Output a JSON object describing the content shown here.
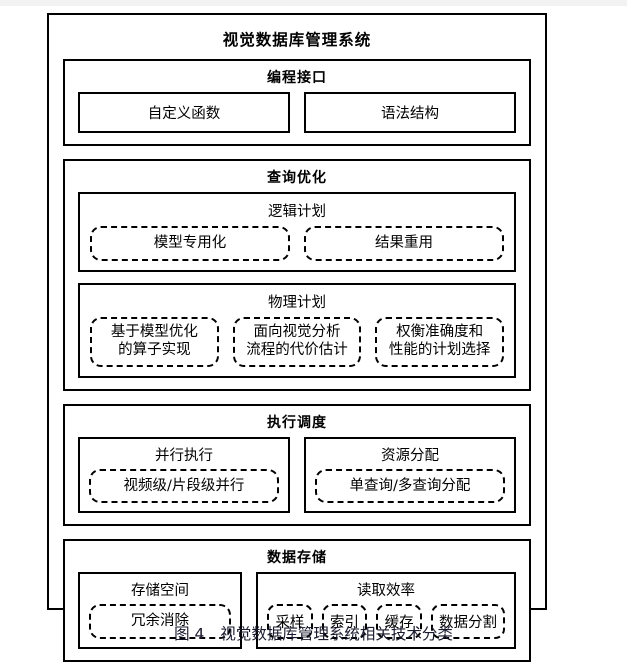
{
  "figure": {
    "caption_label": "图 4",
    "caption_text": "视觉数据库管理系统相关技术分类"
  },
  "diagram": {
    "title": "视觉数据库管理系统",
    "sections": [
      {
        "title": "编程接口",
        "items": [
          "自定义函数",
          "语法结构"
        ]
      },
      {
        "title": "查询优化",
        "groups": [
          {
            "title": "逻辑计划",
            "items": [
              "模型专用化",
              "结果重用"
            ]
          },
          {
            "title": "物理计划",
            "items": [
              {
                "line1": "基于模型优化",
                "line2": "的算子实现"
              },
              {
                "line1": "面向视觉分析",
                "line2": "流程的代价估计"
              },
              {
                "line1": "权衡准确度和",
                "line2": "性能的计划选择"
              }
            ]
          }
        ]
      },
      {
        "title": "执行调度",
        "pairs": [
          {
            "title": "并行执行",
            "item": "视频级/片段级并行"
          },
          {
            "title": "资源分配",
            "item": "单查询/多查询分配"
          }
        ]
      },
      {
        "title": "数据存储",
        "storage": {
          "left": {
            "title": "存储空间",
            "item": "冗余消除"
          },
          "right": {
            "title": "读取效率",
            "items": [
              "采样",
              "索引",
              "缓存",
              "数据分割"
            ]
          }
        }
      }
    ]
  },
  "colors": {
    "line": "#000000",
    "background": "#ffffff",
    "caption": "#1a1a2e"
  }
}
